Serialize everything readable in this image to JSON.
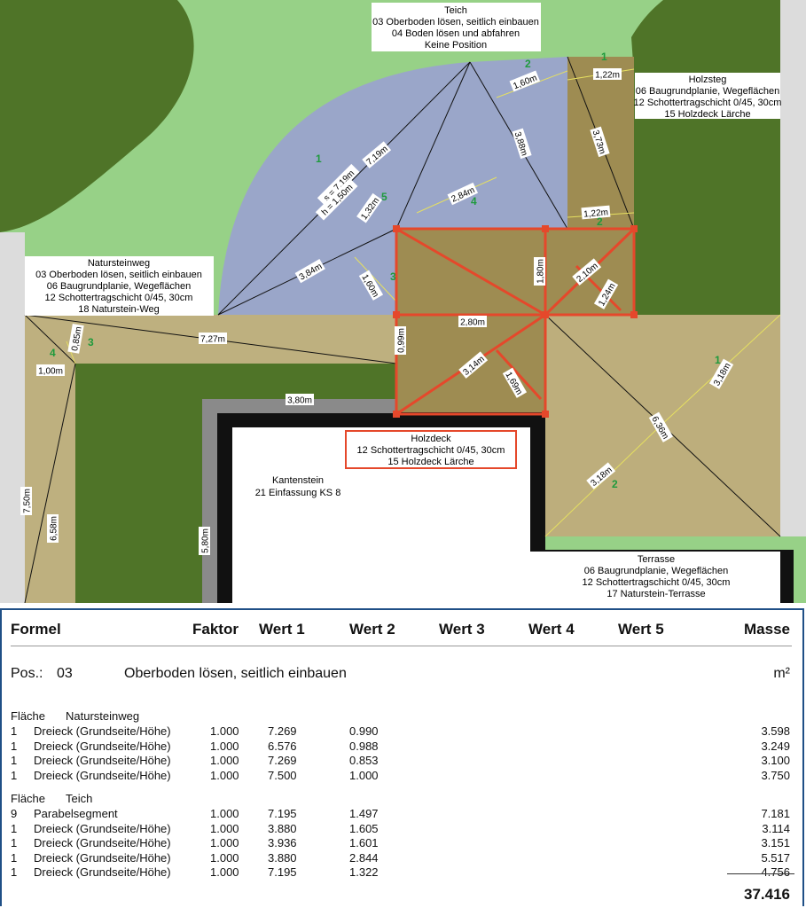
{
  "plan": {
    "labels": {
      "teich": [
        "Teich",
        "03 Oberboden lösen, seitlich einbauen",
        "04 Boden lösen und abfahren",
        "Keine Position"
      ],
      "holzsteg": [
        "Holzsteg",
        "06 Baugrundplanie, Wegeflächen",
        "12 Schottertragschicht 0/45, 30cm",
        "15 Holzdeck Lärche"
      ],
      "natursteinweg": [
        "Natursteinweg",
        "03 Oberboden lösen, seitlich einbauen",
        "06 Baugrundplanie, Wegeflächen",
        "12 Schottertragschicht 0/45, 30cm",
        "18 Naturstein-Weg"
      ],
      "holzdeck": [
        "Holzdeck",
        "12 Schottertragschicht 0/45, 30cm",
        "15 Holzdeck Lärche"
      ],
      "kantenstein": [
        "Kantenstein",
        "21 Einfassung KS 8"
      ],
      "terrasse": [
        "Terrasse",
        "06 Baugrundplanie, Wegeflächen",
        "12 Schottertragschicht 0/45, 30cm",
        "17 Naturstein-Terrasse"
      ]
    },
    "dims": [
      "1,60m",
      "1,22m",
      "3,88m",
      "3,73m",
      "7,19m",
      "s = 7,19m",
      "h = 1,50m",
      "2,84m",
      "1,32m",
      "1,22m",
      "1,80m",
      "3,84m",
      "1,60m",
      "2,80m",
      "2,10m",
      "1,24m",
      "0,85m",
      "7,27m",
      "0,99m",
      "1,00m",
      "3,14m",
      "1,69m",
      "3,18m",
      "3,80m",
      "6,36m",
      "3,18m",
      "7,50m",
      "6,58m",
      "5,80m"
    ],
    "numbers": [
      "1",
      "2",
      "3",
      "4",
      "5",
      "1",
      "2",
      "3",
      "4",
      "1",
      "2"
    ],
    "colors": {
      "lawn": "#97d187",
      "hedge": "#4f7428",
      "pond": "#9aa6c9",
      "path": "#beb07f",
      "deck": "#9e8c52",
      "terrace": "#bdae7c",
      "red": "#e5482b",
      "wall": "#111111"
    }
  },
  "table": {
    "headers": [
      "Formel",
      "Faktor",
      "Wert 1",
      "Wert 2",
      "Wert 3",
      "Wert 4",
      "Wert 5",
      "Masse"
    ],
    "position": {
      "label": "Pos.:",
      "number": "03",
      "description": "Oberboden lösen, seitlich einbauen",
      "unit": "m²"
    },
    "groups": [
      {
        "title": [
          "Fläche",
          "Natursteinweg"
        ],
        "rows": [
          [
            "1",
            "Dreieck (Grundseite/Höhe)",
            "1.000",
            "7.269",
            "0.990",
            "3.598"
          ],
          [
            "1",
            "Dreieck (Grundseite/Höhe)",
            "1.000",
            "6.576",
            "0.988",
            "3.249"
          ],
          [
            "1",
            "Dreieck (Grundseite/Höhe)",
            "1.000",
            "7.269",
            "0.853",
            "3.100"
          ],
          [
            "1",
            "Dreieck (Grundseite/Höhe)",
            "1.000",
            "7.500",
            "1.000",
            "3.750"
          ]
        ]
      },
      {
        "title": [
          "Fläche",
          "Teich"
        ],
        "rows": [
          [
            "9",
            "Parabelsegment",
            "1.000",
            "7.195",
            "1.497",
            "7.181"
          ],
          [
            "1",
            "Dreieck (Grundseite/Höhe)",
            "1.000",
            "3.880",
            "1.605",
            "3.114"
          ],
          [
            "1",
            "Dreieck (Grundseite/Höhe)",
            "1.000",
            "3.936",
            "1.601",
            "3.151"
          ],
          [
            "1",
            "Dreieck (Grundseite/Höhe)",
            "1.000",
            "3.880",
            "2.844",
            "5.517"
          ],
          [
            "1",
            "Dreieck (Grundseite/Höhe)",
            "1.000",
            "7.195",
            "1.322",
            "4.756"
          ]
        ]
      }
    ],
    "total": "37.416"
  }
}
